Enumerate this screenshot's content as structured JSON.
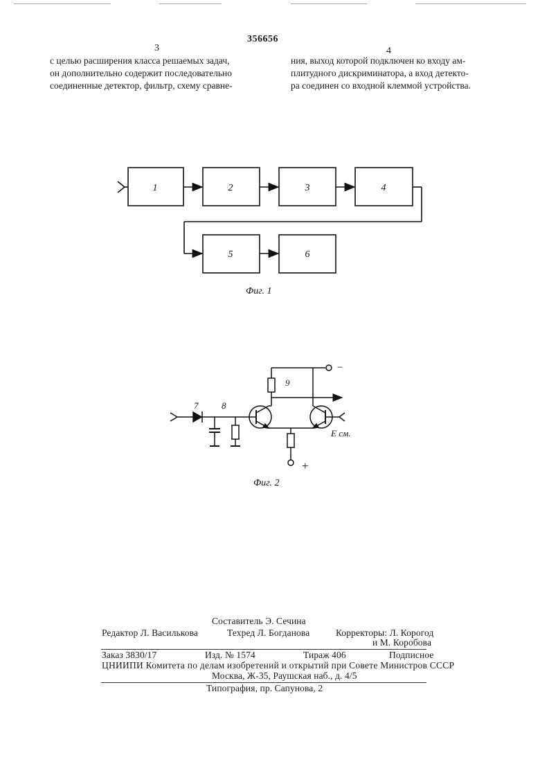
{
  "patent_number": "356656",
  "page_left": "3",
  "page_right": "4",
  "left_column": [
    "с целью расширения класса решаемых задач,",
    "он дополнительно содержит последовательно",
    "соединенные детектор, фильтр, схему сравне-"
  ],
  "right_column": [
    "ния, выход которой подключен ко входу ам-",
    "плитудного дискриминатора, а вход детекто-",
    "ра соединен со входной клеммой устройства."
  ],
  "fig1": {
    "caption": "Фиг. 1",
    "blocks": [
      "1",
      "2",
      "3",
      "4",
      "5",
      "6"
    ]
  },
  "fig2": {
    "caption": "Фиг. 2",
    "labels": {
      "diode": "7",
      "filter": "8",
      "load": "9",
      "bias": "E см.",
      "minus": "−",
      "plus": "+"
    }
  },
  "footer": {
    "composer": "Составитель Э. Сечина",
    "editor": "Редактор Л. Василькова",
    "techred": "Техред Л. Богданова",
    "correctors_1": "Корректоры: Л. Корогод",
    "correctors_2": "и М. Коробова",
    "order": "Заказ 3830/17",
    "izd": "Изд. № 1574",
    "tirazh": "Тираж 406",
    "podpisnoe": "Подписное",
    "org": "ЦНИИПИ Комитета по делам изобретений и открытий при Совете Министров СССР",
    "address": "Москва, Ж-35, Раушская наб., д. 4/5",
    "typography": "Типография, пр. Сапунова, 2"
  }
}
